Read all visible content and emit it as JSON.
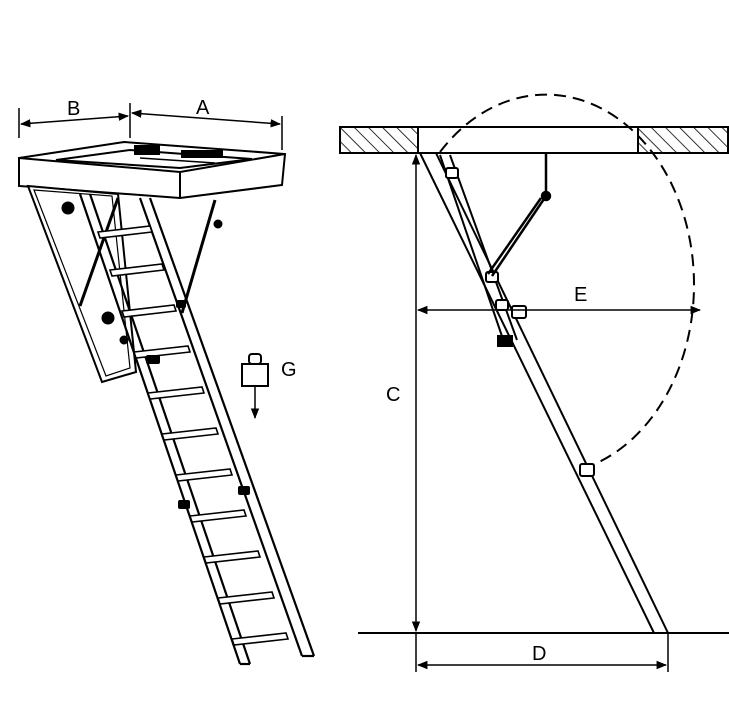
{
  "labels": {
    "a": "A",
    "b": "B",
    "c": "C",
    "d": "D",
    "e": "E",
    "g": "G"
  },
  "colors": {
    "ink": "#000000",
    "background": "#ffffff"
  },
  "icons": {
    "weight": "weight-icon",
    "hatch": "ceiling-hatch-pattern"
  }
}
